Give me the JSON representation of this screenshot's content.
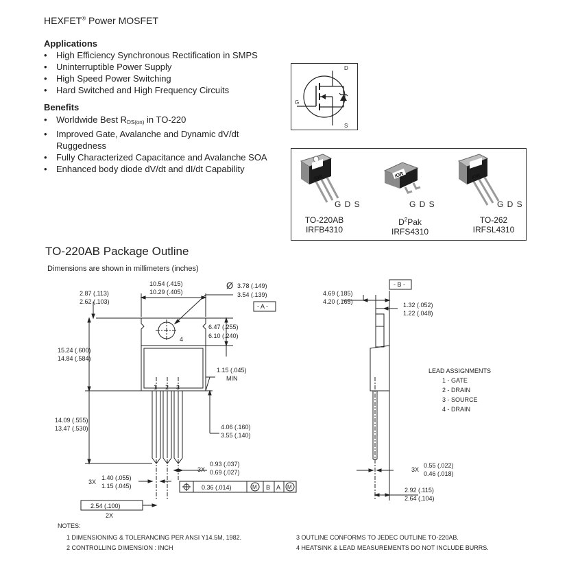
{
  "header": {
    "brand": "HEXFET",
    "reg": "®",
    "rest": " Power MOSFET"
  },
  "applications": {
    "title": "Applications",
    "items": [
      "High Efficiency Synchronous Rectification in SMPS",
      "Uninterruptible Power Supply",
      "High Speed Power Switching",
      "Hard Switched and High Frequency Circuits"
    ]
  },
  "benefits": {
    "title": "Benefits",
    "item0_pre": "Worldwide Best R",
    "item0_sub": "DS(on)",
    "item0_post": " in TO-220",
    "items": [
      "Improved  Gate, Avalanche and Dynamic  dV/dt Ruggedness",
      "Fully Characterized Capacitance and Avalanche SOA",
      "Enhanced body diode dV/dt and dI/dt Capability"
    ]
  },
  "symbol": {
    "d": "D",
    "g": "G",
    "s": "S"
  },
  "packages": [
    {
      "pins": "G D S",
      "name": "TO-220AB",
      "part": "IRFB4310"
    },
    {
      "pins": "G D S",
      "name_pre": "D",
      "name_sup": "2",
      "name_post": "Pak",
      "part": "IRFS4310"
    },
    {
      "pins": "G D S",
      "name": "TO-262",
      "part": "IRFSL4310"
    }
  ],
  "logo_text": "IOR",
  "outline": {
    "title": "TO-220AB Package Outline",
    "subtitle": "Dimensions are shown in millimeters (inches)"
  },
  "dims": {
    "d1": "10.54 (.415)",
    "d2": "10.29 (.405)",
    "d3": "3.78 (.149)",
    "d4": "3.54 (.139)",
    "d5": "2.87 (.113)",
    "d6": "2.62 (.103)",
    "d7": "6.47 (.255)",
    "d8": "6.10 (.240)",
    "d9": "15.24 (.600)",
    "d10": "14.84 (.584)",
    "d11": "1.15 (.045)",
    "d12": "MIN",
    "d13": "14.09 (.555)",
    "d14": "13.47 (.530)",
    "d15": "4.06 (.160)",
    "d16": "3.55 (.140)",
    "d17": "0.93 (.037)",
    "d18": "0.69 (.027)",
    "d19": "1.40 (.055)",
    "d20": "1.15 (.045)",
    "d21": "0.36 (.014)",
    "d22": "2.54 (.100)",
    "d23": "2X",
    "d24": "4.69 (.185)",
    "d25": "4.20 (.165)",
    "d26": "1.32 (.052)",
    "d27": "1.22 (.048)",
    "d28": "0.55 (.022)",
    "d29": "0.46 (.018)",
    "d30": "2.92 (.115)",
    "d31": "2.64 (.104)",
    "x3a": "3X",
    "x3b": "3X",
    "x3c": "3X",
    "ref_a": "- A -",
    "ref_b": "- B -",
    "diam": "Ø",
    "tab4": "4",
    "p1": "1",
    "p2": "2",
    "p3": "3",
    "gm1": "M",
    "gb": "B",
    "ga": "A",
    "gm2": "M"
  },
  "leads": {
    "title": "LEAD ASSIGNMENTS",
    "items": [
      "1 - GATE",
      "2 - DRAIN",
      "3 - SOURCE",
      "4 - DRAIN"
    ]
  },
  "notes": {
    "title": "NOTES:",
    "n1": "1  DIMENSIONING & TOLERANCING PER ANSI Y14.5M, 1982.",
    "n2": "2  CONTROLLING DIMENSION : INCH",
    "n3": "3  OUTLINE CONFORMS TO JEDEC OUTLINE TO-220AB.",
    "n4": "4  HEATSINK & LEAD MEASUREMENTS DO NOT INCLUDE BURRS."
  }
}
